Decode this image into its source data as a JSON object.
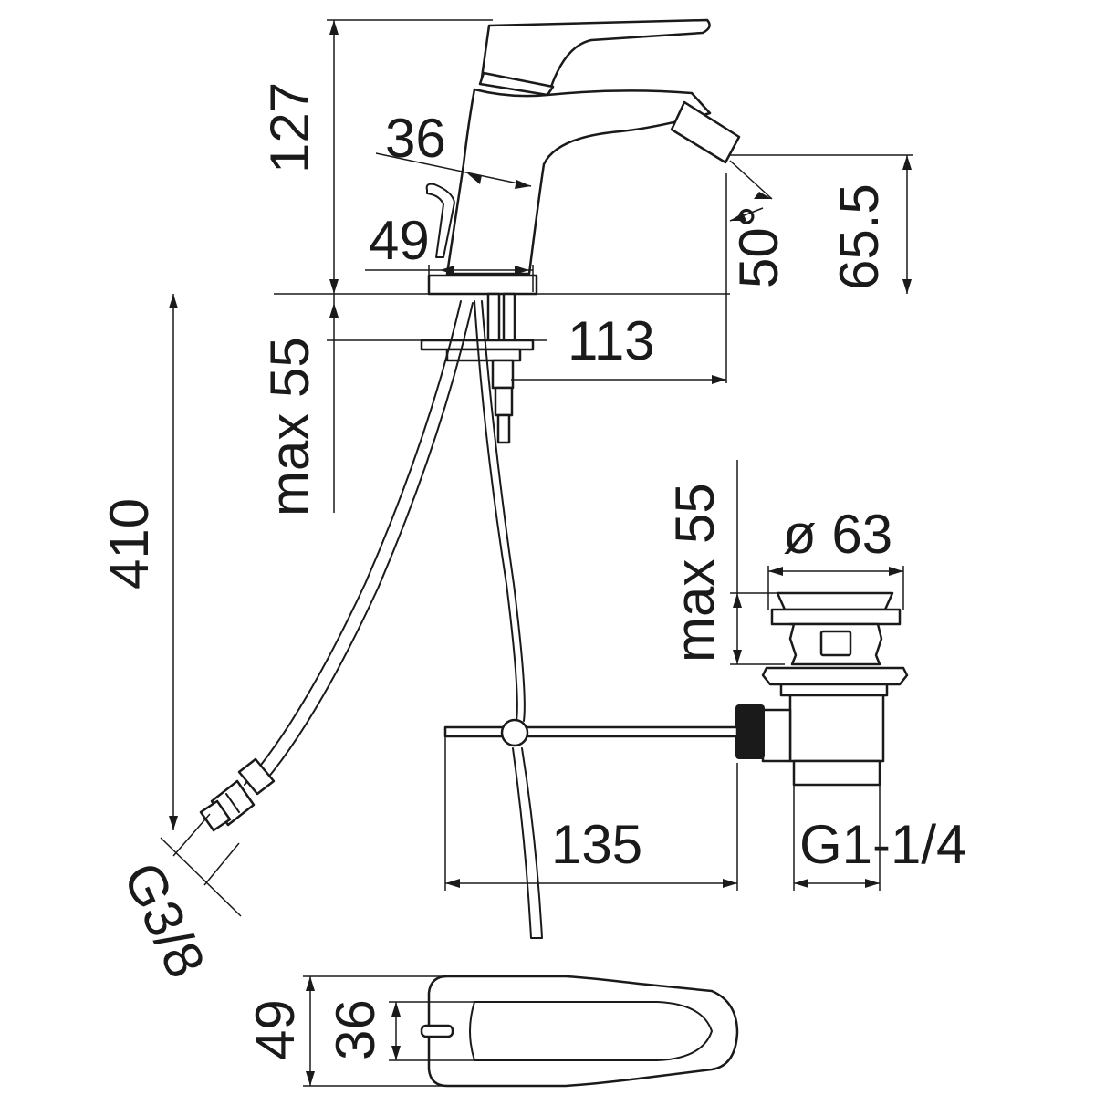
{
  "dimensions": {
    "height_total": "127",
    "spout_width": "36",
    "base_width": "49",
    "outlet_height": "65.5",
    "swivel_angle": "50°",
    "projection": "113",
    "deck_thickness_tap": "max 55",
    "hose_length": "410",
    "waste_flange": "ø 63",
    "deck_thickness_waste": "max 55",
    "rod_length": "135",
    "waste_thread": "G1-1/4",
    "hose_thread": "G3/8",
    "plan_width_outer": "49",
    "plan_width_inner": "36"
  },
  "colors": {
    "line": "#1a1a1a",
    "background": "#ffffff"
  }
}
